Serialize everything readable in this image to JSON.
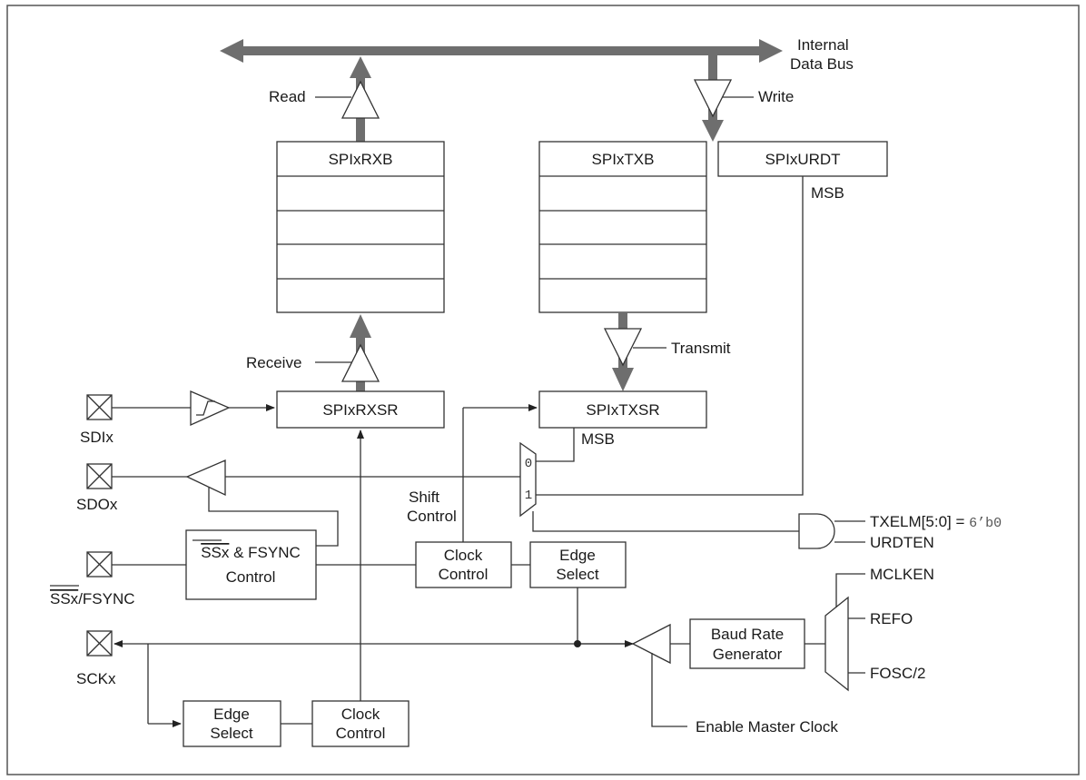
{
  "bus": {
    "line1": "Internal",
    "line2": "Data Bus"
  },
  "signals": {
    "read": "Read",
    "write": "Write",
    "receive": "Receive",
    "transmit": "Transmit",
    "msb_urdt": "MSB",
    "msb_txsr": "MSB",
    "shift_line1": "Shift",
    "shift_line2": "Control",
    "txelm_prefix": "TXELM[5:0] = ",
    "txelm_value": "6’b0",
    "urdten": "URDTEN",
    "mclken": "MCLKEN",
    "refo": "REFO",
    "fosc": "FOSC/2",
    "enable_master_clock": "Enable Master Clock",
    "mux_0": "0",
    "mux_1": "1"
  },
  "registers": {
    "rxb": "SPIxRXB",
    "txb": "SPIxTXB",
    "urdt": "SPIxURDT",
    "rxsr": "SPIxRXSR",
    "txsr": "SPIxTXSR"
  },
  "blocks": {
    "ss_ctrl_line1_over": "SSx",
    "ss_ctrl_line1_rest": " & FSYNC",
    "ss_ctrl_line2": "Control",
    "clock_ctrl_top_line1": "Clock",
    "clock_ctrl_top_line2": "Control",
    "edge_sel_top_line1": "Edge",
    "edge_sel_top_line2": "Select",
    "edge_sel_bottom_line1": "Edge",
    "edge_sel_bottom_line2": "Select",
    "clock_ctrl_bottom_line1": "Clock",
    "clock_ctrl_bottom_line2": "Control",
    "baud_line1": "Baud Rate",
    "baud_line2": "Generator"
  },
  "pins": {
    "sdi": "SDIx",
    "sdo": "SDOx",
    "ss_over": "SSx",
    "ss_rest": "/FSYNC",
    "sck": "SCKx"
  }
}
